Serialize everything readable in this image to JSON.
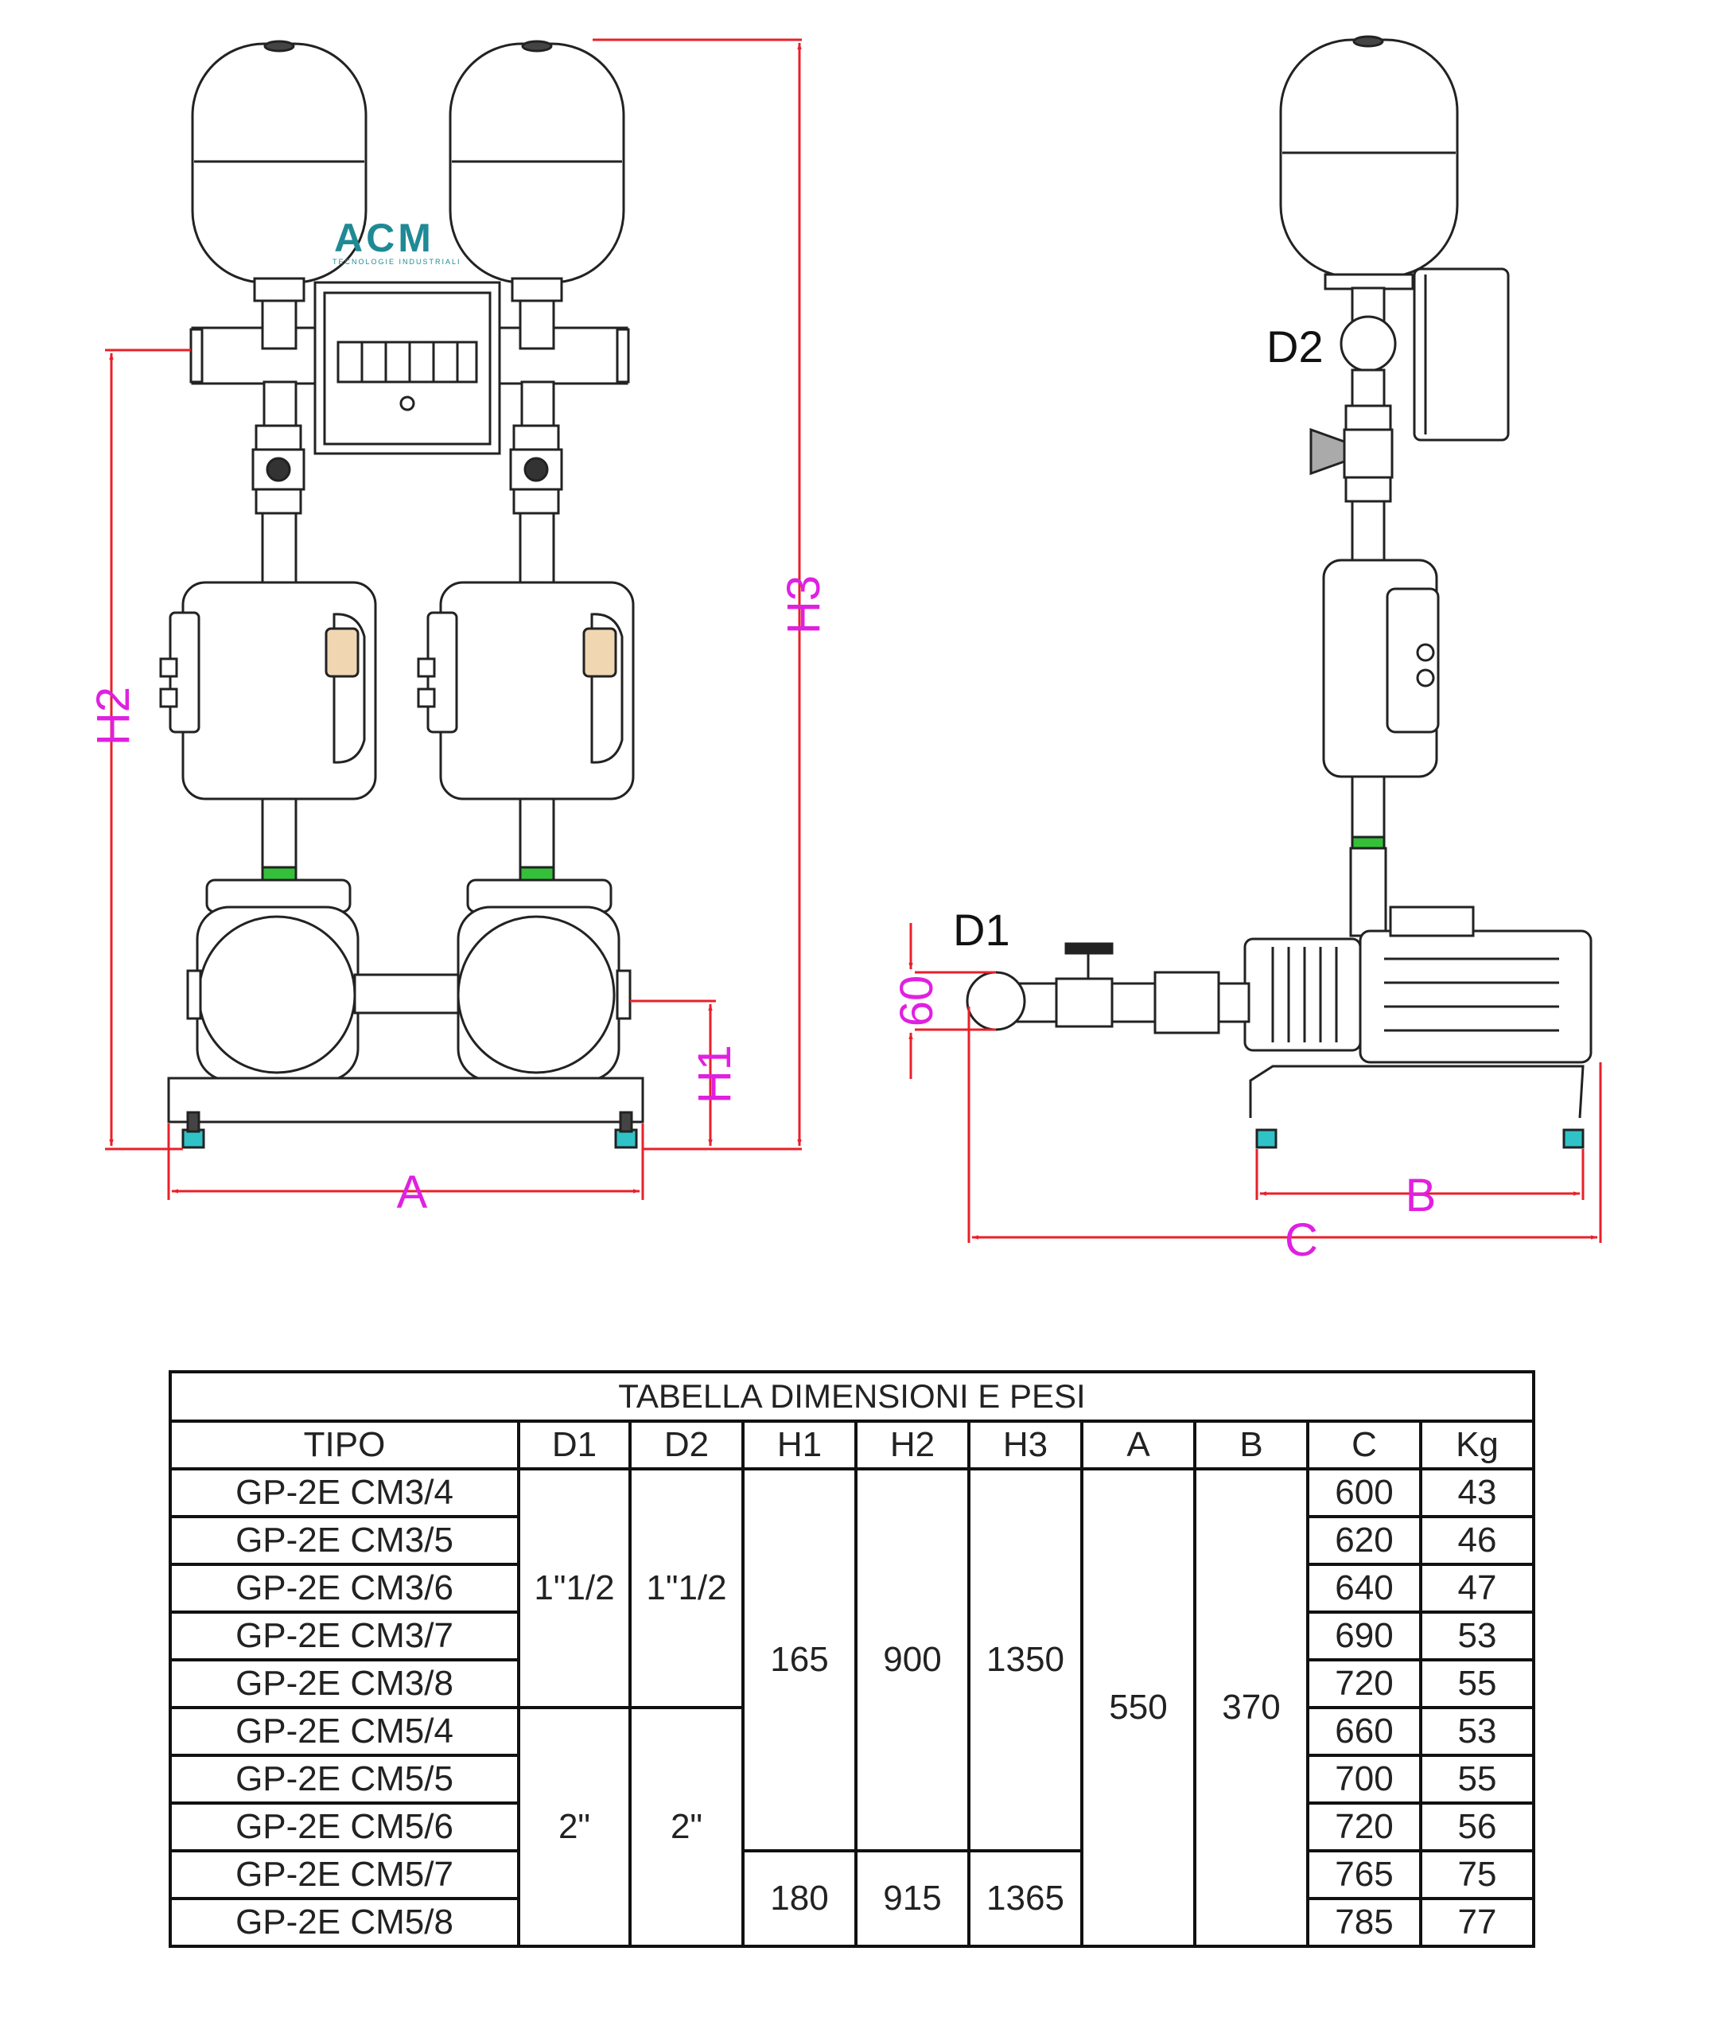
{
  "labels": {
    "A": "A",
    "B": "B",
    "C": "C",
    "H1": "H1",
    "H2": "H2",
    "H3": "H3",
    "D1": "D1",
    "D2": "D2",
    "dim60": "60"
  },
  "logo": {
    "name": "ACM",
    "tagline": "TECNOLOGIE INDUSTRIALI"
  },
  "colors": {
    "dimension": "#e8202a",
    "label": "#e020e0",
    "accent": "#1f8a95",
    "foot": "#2fc3c8",
    "gasket": "#35c03a"
  },
  "table": {
    "caption": "TABELLA DIMENSIONI E PESI",
    "headers": [
      "TIPO",
      "D1",
      "D2",
      "H1",
      "H2",
      "H3",
      "A",
      "B",
      "C",
      "Kg"
    ],
    "rows": [
      {
        "tipo": "GP-2E CM3/4",
        "c": "600",
        "kg": "43"
      },
      {
        "tipo": "GP-2E CM3/5",
        "c": "620",
        "kg": "46"
      },
      {
        "tipo": "GP-2E CM3/6",
        "c": "640",
        "kg": "47"
      },
      {
        "tipo": "GP-2E CM3/7",
        "c": "690",
        "kg": "53"
      },
      {
        "tipo": "GP-2E CM3/8",
        "c": "720",
        "kg": "55"
      },
      {
        "tipo": "GP-2E CM5/4",
        "c": "660",
        "kg": "53"
      },
      {
        "tipo": "GP-2E CM5/5",
        "c": "700",
        "kg": "55"
      },
      {
        "tipo": "GP-2E CM5/6",
        "c": "720",
        "kg": "56"
      },
      {
        "tipo": "GP-2E CM5/7",
        "c": "765",
        "kg": "75"
      },
      {
        "tipo": "GP-2E CM5/8",
        "c": "785",
        "kg": "77"
      }
    ],
    "merged": {
      "d1_cm3": "1\"1/2",
      "d2_cm3": "1\"1/2",
      "d1_cm5": "2\"",
      "d2_cm5": "2\"",
      "h1_a": "165",
      "h2_a": "900",
      "h3_a": "1350",
      "h1_b": "180",
      "h2_b": "915",
      "h3_b": "1365",
      "a": "550",
      "b": "370"
    }
  }
}
